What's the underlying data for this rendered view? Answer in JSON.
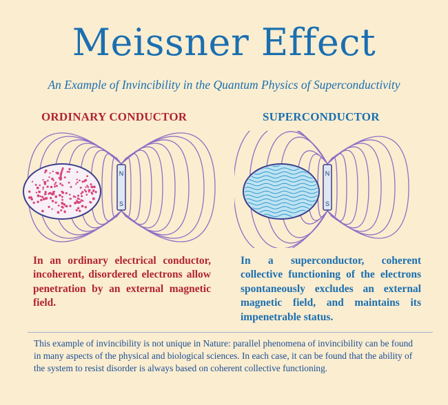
{
  "header": {
    "title": "Meissner Effect",
    "subtitle": "An Example of Invincibility in the Quantum Physics of Superconductivity"
  },
  "panels": {
    "ordinary": {
      "title": "ORDINARY CONDUCTOR",
      "magnet_north": "N",
      "magnet_south": "S",
      "description": "In an ordinary electrical conductor, incoherent, disordered electrons allow penetration by an external magnetic field."
    },
    "superconductor": {
      "title": "SUPERCONDUCTOR",
      "magnet_north": "N",
      "magnet_south": "S",
      "description": "In a superconductor, coherent collective functioning of the electrons spontaneously excludes an external magnetic field, and maintains its impenetrable status."
    }
  },
  "footer": {
    "text": "This example of invincibility is not unique in Nature: parallel phenomena of invincibility can be found in many aspects of the physical and biological sciences. In each case, it can be found that the ability of the system to resist disorder is always based on coherent collective functioning."
  },
  "colors": {
    "background": "#fbedd0",
    "title_blue": "#1a6fb0",
    "ordinary_red": "#b0242f",
    "field_lines": "#8d6fc4",
    "electron_pink": "#d6457a",
    "superconductor_fill": "#bfe3f2",
    "wave_blue": "#3aa0d0",
    "magnet_fill": "#dfe7f3"
  },
  "icons": {
    "magnet": "bar-magnet-icon",
    "electrons": "scattered-electron-dots",
    "waves": "coherent-wave-pattern"
  }
}
